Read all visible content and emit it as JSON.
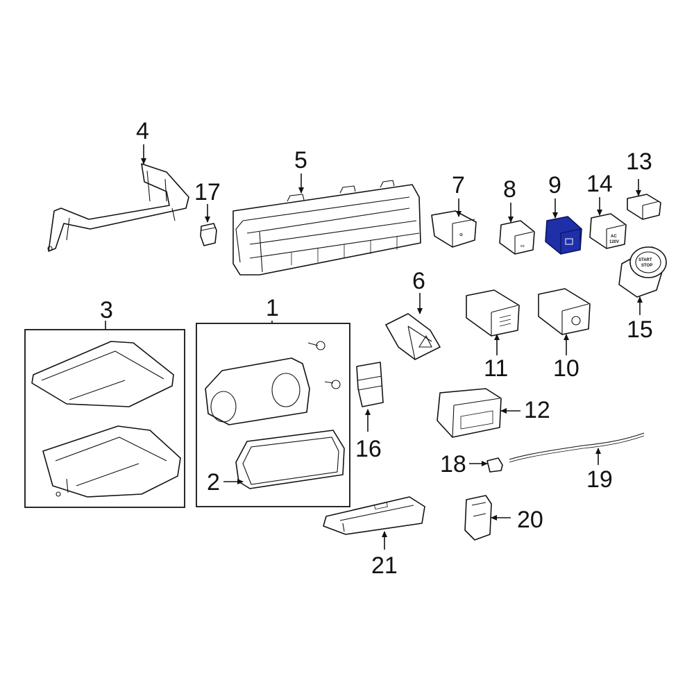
{
  "colors": {
    "line": "#111111",
    "background": "#ffffff",
    "highlight_fill": "#1f2fa8",
    "highlight_stroke": "#0a1460"
  },
  "highlighted_part": "9",
  "callouts": [
    {
      "id": "1",
      "label": "1"
    },
    {
      "id": "2",
      "label": "2"
    },
    {
      "id": "3",
      "label": "3"
    },
    {
      "id": "4",
      "label": "4"
    },
    {
      "id": "5",
      "label": "5"
    },
    {
      "id": "6",
      "label": "6"
    },
    {
      "id": "7",
      "label": "7"
    },
    {
      "id": "8",
      "label": "8"
    },
    {
      "id": "9",
      "label": "9"
    },
    {
      "id": "10",
      "label": "10"
    },
    {
      "id": "11",
      "label": "11"
    },
    {
      "id": "12",
      "label": "12"
    },
    {
      "id": "13",
      "label": "13"
    },
    {
      "id": "14",
      "label": "14"
    },
    {
      "id": "15",
      "label": "15"
    },
    {
      "id": "16",
      "label": "16"
    },
    {
      "id": "17",
      "label": "17"
    },
    {
      "id": "18",
      "label": "18"
    },
    {
      "id": "19",
      "label": "19"
    },
    {
      "id": "20",
      "label": "20"
    },
    {
      "id": "21",
      "label": "21"
    }
  ],
  "part_markings": {
    "start_stop_line1": "START",
    "start_stop_line2": "STOP",
    "outlet_line1": "AC",
    "outlet_line2": "120V"
  }
}
